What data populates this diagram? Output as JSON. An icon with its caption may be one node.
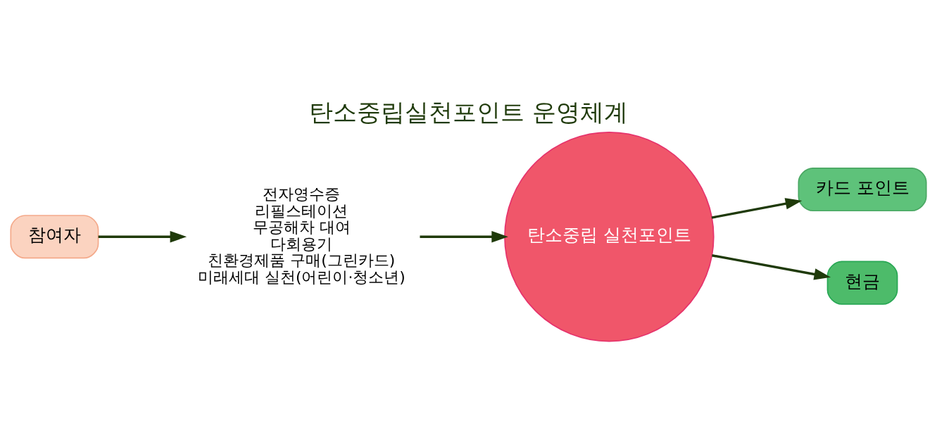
{
  "diagram": {
    "title": "탄소중립실천포인트 운영체계",
    "nodes": [
      {
        "text": [
          "참여자"
        ]
      },
      {
        "text": [
          "전자영수증",
          "리필스테이션",
          "무공해차 대여",
          "다회용기",
          "친환경제품 구매(그린카드)",
          "미래세대 실천(어린이·청소년)"
        ]
      },
      {
        "text": [
          "탄소중립 실천포인트"
        ]
      },
      {
        "text": [
          "카드 포인트"
        ]
      },
      {
        "text": [
          "현금"
        ]
      }
    ],
    "edges": [
      {
        "from": 0,
        "to": 1,
        "arrow": "to"
      },
      {
        "from": 1,
        "to": 2,
        "arrow": "to"
      },
      {
        "from": 2,
        "to": 3,
        "arrow": "to"
      },
      {
        "from": 2,
        "to": 4,
        "arrow": "to"
      }
    ]
  }
}
